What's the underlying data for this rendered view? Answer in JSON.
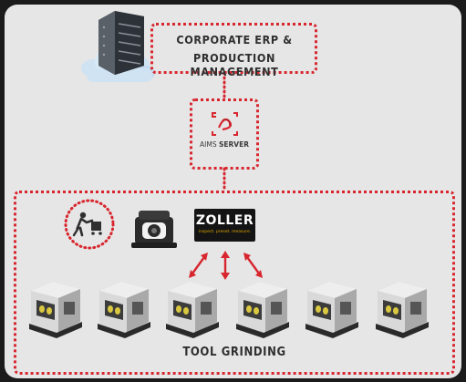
{
  "erp": {
    "line1": "CORPORATE ERP &",
    "line2": "PRODUCTION MANAGEMENT"
  },
  "server": {
    "prefix": "AIMS ",
    "strong": "SERVER"
  },
  "logo": {
    "brand": "ZOLLER",
    "tagline": "inspect. preset. measure."
  },
  "section": {
    "label": "TOOL GRINDING"
  },
  "colors": {
    "accent": "#d8262e",
    "panel": "#e6e6e6",
    "frame": "#1b1b1b",
    "text": "#2f2f2f"
  },
  "icons": [
    "server-rack-icon",
    "cloud-icon",
    "aims-logo-icon",
    "worker-cart-icon",
    "tool-holder-icon",
    "zoller-logo",
    "bidirectional-arrow-icon",
    "grinding-machine-icon"
  ],
  "machines": [
    {
      "name": "grinding-machine-1"
    },
    {
      "name": "grinding-machine-2"
    },
    {
      "name": "grinding-machine-3"
    },
    {
      "name": "grinding-machine-4"
    },
    {
      "name": "grinding-machine-5"
    },
    {
      "name": "grinding-machine-6"
    }
  ]
}
